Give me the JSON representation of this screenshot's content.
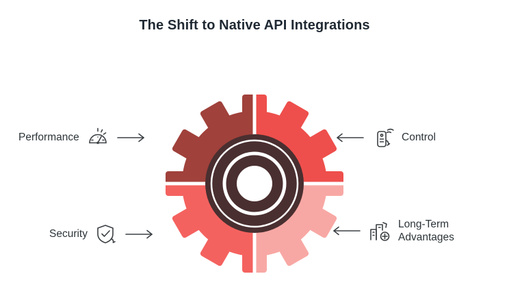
{
  "header": {
    "title": "The Shift to Native API Integrations"
  },
  "diagram": {
    "center": {
      "name": "gear-hub",
      "colors": {
        "segment_top_left": "#a0413b",
        "segment_top_right": "#ee4f4c",
        "segment_bottom_left": "#f4625f",
        "segment_bottom_right": "#f8a8a4",
        "hub": "#4a2f30",
        "background": "#ffffff"
      }
    },
    "nodes": [
      {
        "id": "performance",
        "label": "Performance",
        "icon": "speedometer-icon",
        "arrow": "arrow-right-icon",
        "side": "left"
      },
      {
        "id": "security",
        "label": "Security",
        "icon": "shield-check-icon",
        "arrow": "arrow-right-icon",
        "side": "left"
      },
      {
        "id": "control",
        "label": "Control",
        "icon": "remote-control-icon",
        "arrow": "arrow-left-icon",
        "side": "right"
      },
      {
        "id": "advantages",
        "label": "Long-Term\nAdvantages",
        "icon": "building-plus-icon",
        "arrow": "arrow-left-icon",
        "side": "right"
      }
    ]
  }
}
